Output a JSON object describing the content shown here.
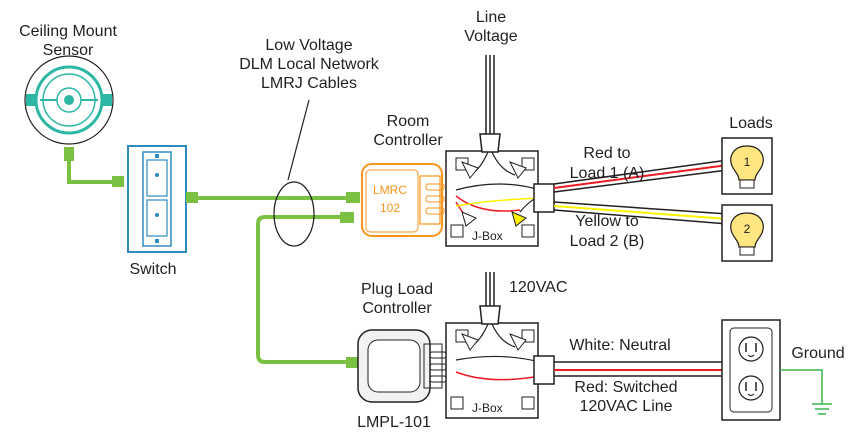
{
  "labels": {
    "sensor_line1": "Ceiling Mount",
    "sensor_line2": "Sensor",
    "network_line1": "Low Voltage",
    "network_line2": "DLM Local Network",
    "network_line3": "LMRJ Cables",
    "line_voltage_line1": "Line",
    "line_voltage_line2": "Voltage",
    "room_controller_line1": "Room",
    "room_controller_line2": "Controller",
    "lmrc_line1": "LMRC",
    "lmrc_line2": "102",
    "switch": "Switch",
    "loads": "Loads",
    "red_load_line1": "Red to",
    "red_load_line2": "Load 1 (A)",
    "yellow_load_line1": "Yellow to",
    "yellow_load_line2": "Load 2 (B)",
    "jbox_top": "J-Box",
    "jbox_bottom": "J-Box",
    "supply_120vac": "120VAC",
    "plug_controller_line1": "Plug Load",
    "plug_controller_line2": "Controller",
    "lmpl": "LMPL-101",
    "white_neutral": "White: Neutral",
    "red_switched_line1": "Red: Switched",
    "red_switched_line2": "120VAC Line",
    "ground": "Ground",
    "bulb1": "1",
    "bulb2": "2"
  },
  "colors": {
    "green_cable": "#7ac143",
    "orange_controller": "#f7941d",
    "teal_sensor": "#2bb7a3",
    "blue_switch": "#2e8bc0",
    "red_wire": "#ed1c24",
    "yellow_wire": "#fff200",
    "bulb_yellow": "#ffe680",
    "ground_green": "#39b54a",
    "outline": "#231f20"
  }
}
